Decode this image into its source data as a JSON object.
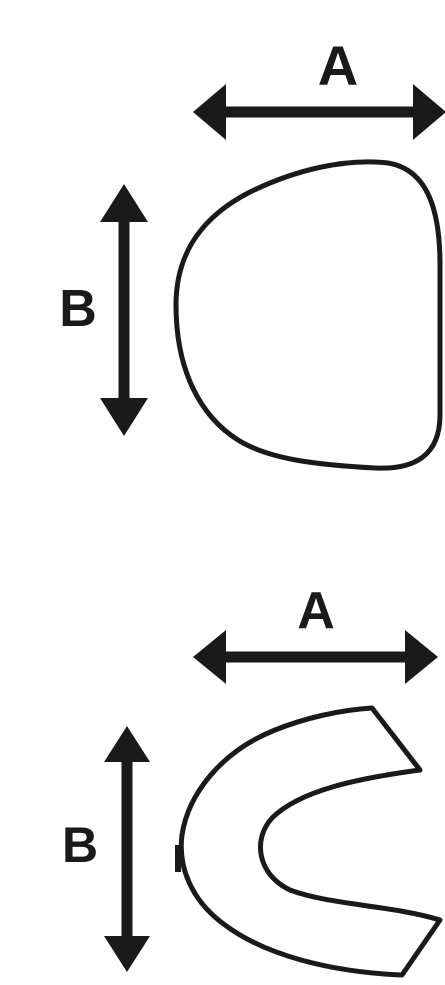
{
  "diagram": {
    "colors": {
      "ink": "#1a1a1a",
      "background": "#ffffff"
    },
    "figures": [
      {
        "id": "top",
        "shape": "rounded-dome",
        "width_label": "A",
        "height_label": "B"
      },
      {
        "id": "bottom",
        "shape": "u-band",
        "width_label": "A",
        "height_label": "B"
      }
    ]
  }
}
